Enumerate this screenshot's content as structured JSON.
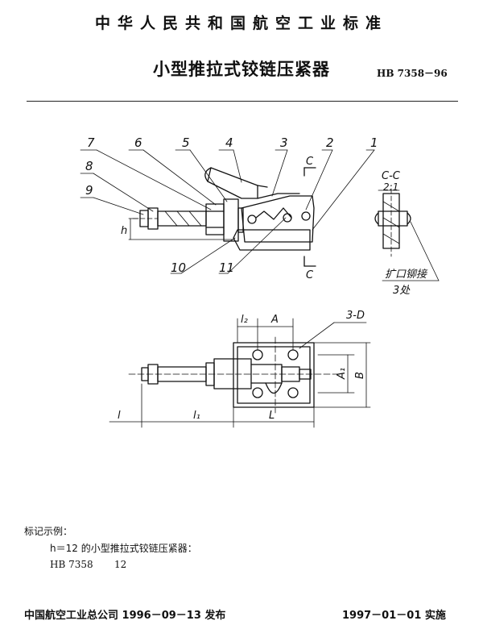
{
  "header": {
    "standard_title": "中华人民共和国航空工业标准",
    "doc_title": "小型推拉式铰链压紧器",
    "doc_code": "HB 7358－96"
  },
  "drawing": {
    "part_numbers": [
      "1",
      "2",
      "3",
      "4",
      "5",
      "6",
      "7",
      "8",
      "9",
      "10",
      "11"
    ],
    "section_mark": "C",
    "section_title": "C-C",
    "section_scale": "2:1",
    "note_line1": "扩口铆接",
    "note_line2": "3处",
    "dim_h": "h",
    "dim_l2": "l₂",
    "dim_A": "A",
    "dim_3D": "3-D",
    "dim_A1": "A₁",
    "dim_B": "B",
    "dim_l": "l",
    "dim_l1": "l₁",
    "dim_L": "L"
  },
  "example": {
    "label": "标记示例：",
    "description": "h＝12 的小型推拉式铰链压紧器：",
    "code": "HB 7358",
    "value": "12"
  },
  "footer": {
    "issued": "中国航空工业总公司 1996－09－13 发布",
    "effective": "1997－01－01 实施"
  }
}
